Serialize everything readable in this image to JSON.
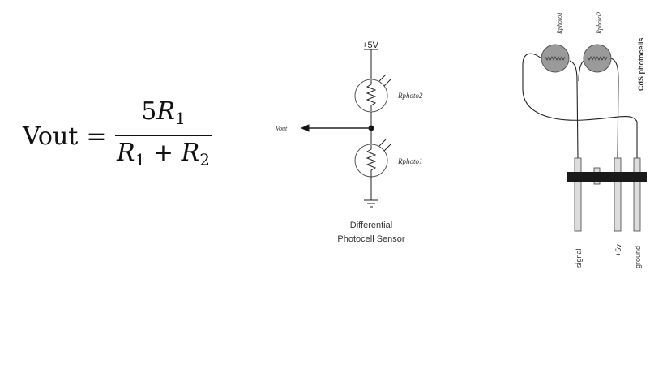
{
  "equation": {
    "lhs": "Vout",
    "equals": "=",
    "numerator_coef": "5",
    "numerator_var": "R",
    "numerator_sub": "1",
    "den_var1": "R",
    "den_sub1": "1",
    "den_plus": "+",
    "den_var2": "R",
    "den_sub2": "2"
  },
  "circuit": {
    "supply_label": "+5V",
    "vout_label": "Vout",
    "r_top_label": "Rphoto2",
    "r_bottom_label": "Rphoto1",
    "caption_line1": "Differential",
    "caption_line2": "Photocell Sensor"
  },
  "wiring": {
    "r1_label": "Rphoto1",
    "r2_label": "Rphoto2",
    "title": "CdS photocells",
    "pins": [
      "signal",
      "+5v",
      "ground"
    ],
    "cell_color": "#9a9a9a",
    "pin_color": "#dcdcdc"
  }
}
